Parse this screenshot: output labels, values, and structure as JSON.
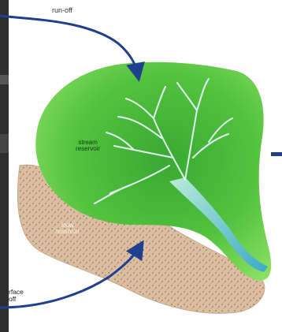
{
  "labels": {
    "runoff": "run-off",
    "fast_reservoir": [
      "stream",
      "reservoir"
    ],
    "slow_reservoir": [
      "slow",
      "reservoir"
    ],
    "subsurface_runoff": [
      "rface",
      "off"
    ]
  },
  "colors": {
    "arrow": "#1f3f8f",
    "catchment_light": "#7fdc5a",
    "catchment_dark": "#2f9a2a",
    "river": "#8fd6e0",
    "soil": "#d8b899",
    "backdrop": "#2e2e2e"
  }
}
